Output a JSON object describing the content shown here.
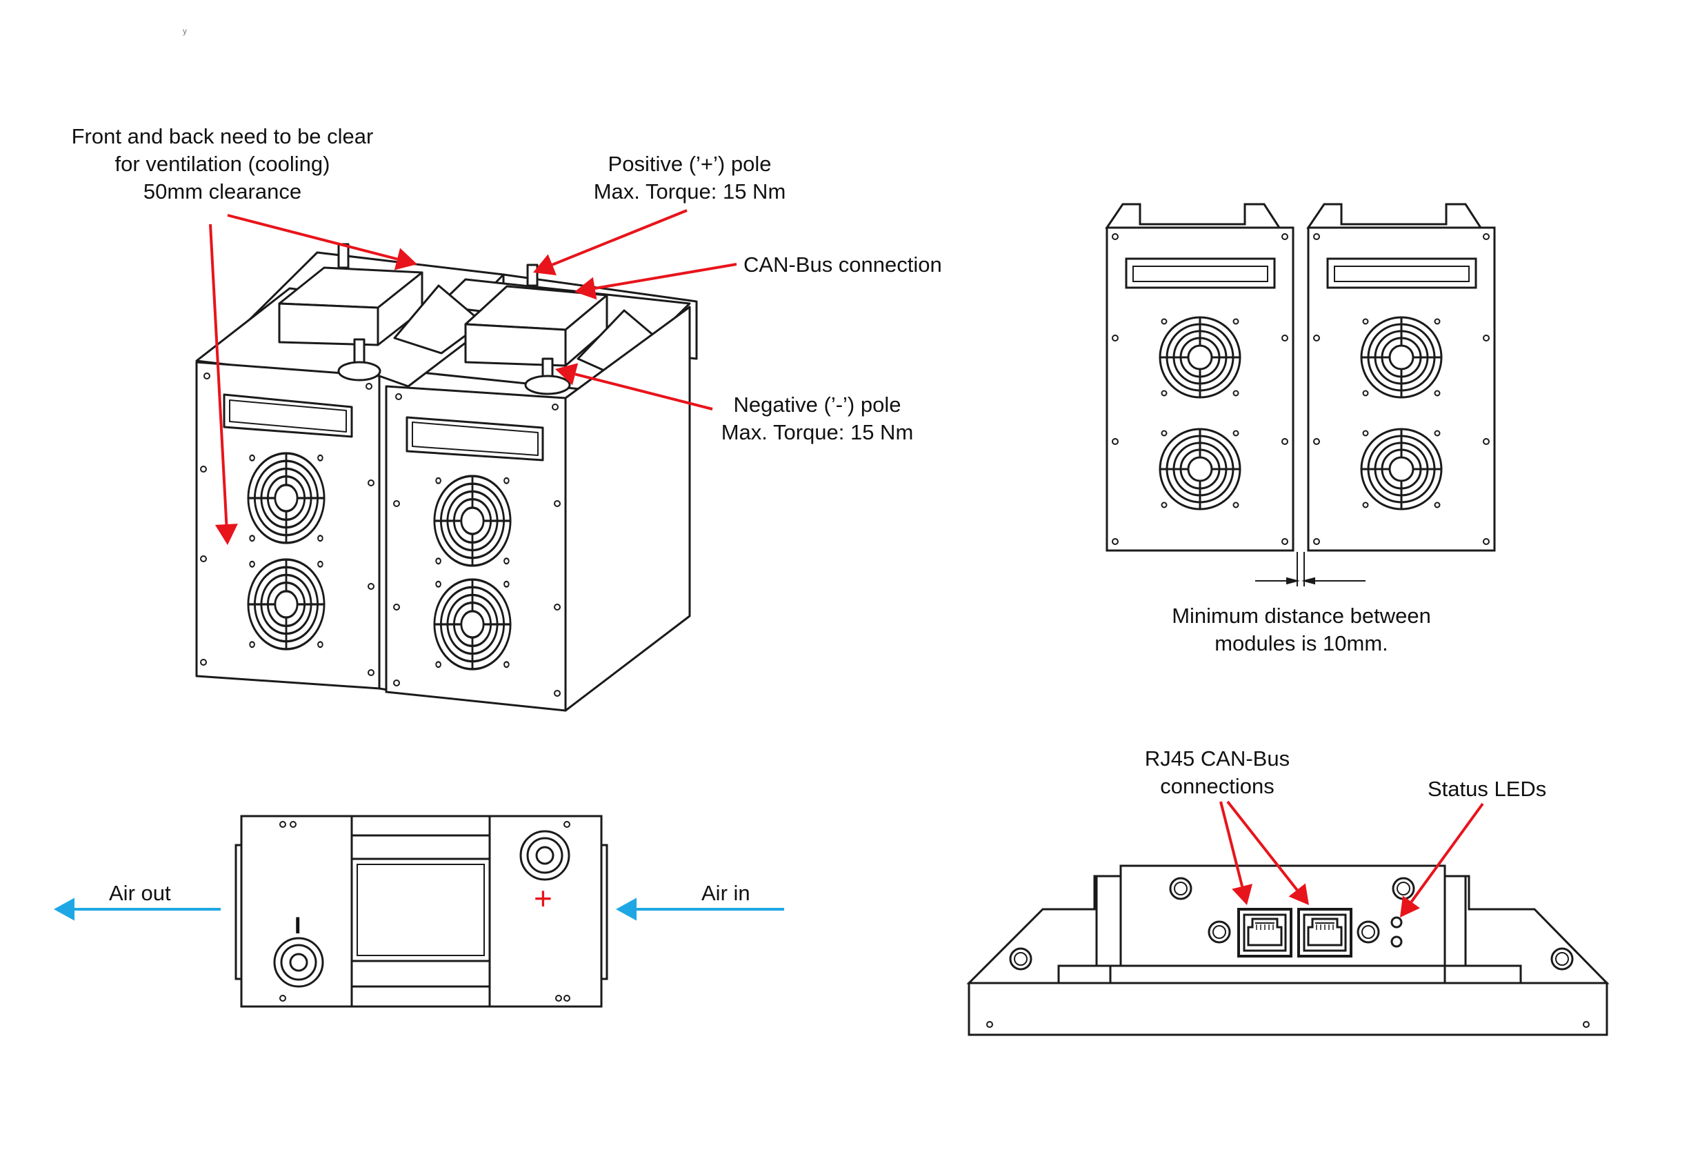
{
  "colors": {
    "arrow_red": "#e8141b",
    "arrow_blue": "#1ea7e4",
    "line": "#1a1a1a",
    "plus_red": "#e8141b"
  },
  "labels": {
    "stray_mark": "y",
    "ventilation": [
      "Front and back need to be clear",
      "for ventilation (cooling)",
      "50mm clearance"
    ],
    "positive_pole": [
      "Positive (’+’) pole",
      "Max. Torque: 15 Nm"
    ],
    "canbus": "CAN-Bus connection",
    "negative_pole": [
      "Negative (’-’) pole",
      "Max. Torque: 15 Nm"
    ],
    "min_distance": [
      "Minimum distance between",
      "modules is 10mm."
    ],
    "air_out": "Air out",
    "air_in": "Air in",
    "minus_sign": "I",
    "plus_sign": "+",
    "rj45": [
      "RJ45 CAN-Bus",
      "connections"
    ],
    "status_leds": "Status LEDs"
  },
  "icons": [
    "fan-grille-icon",
    "terminal-post-icon",
    "rj45-port-icon",
    "status-led-icon",
    "arrow-icon"
  ]
}
